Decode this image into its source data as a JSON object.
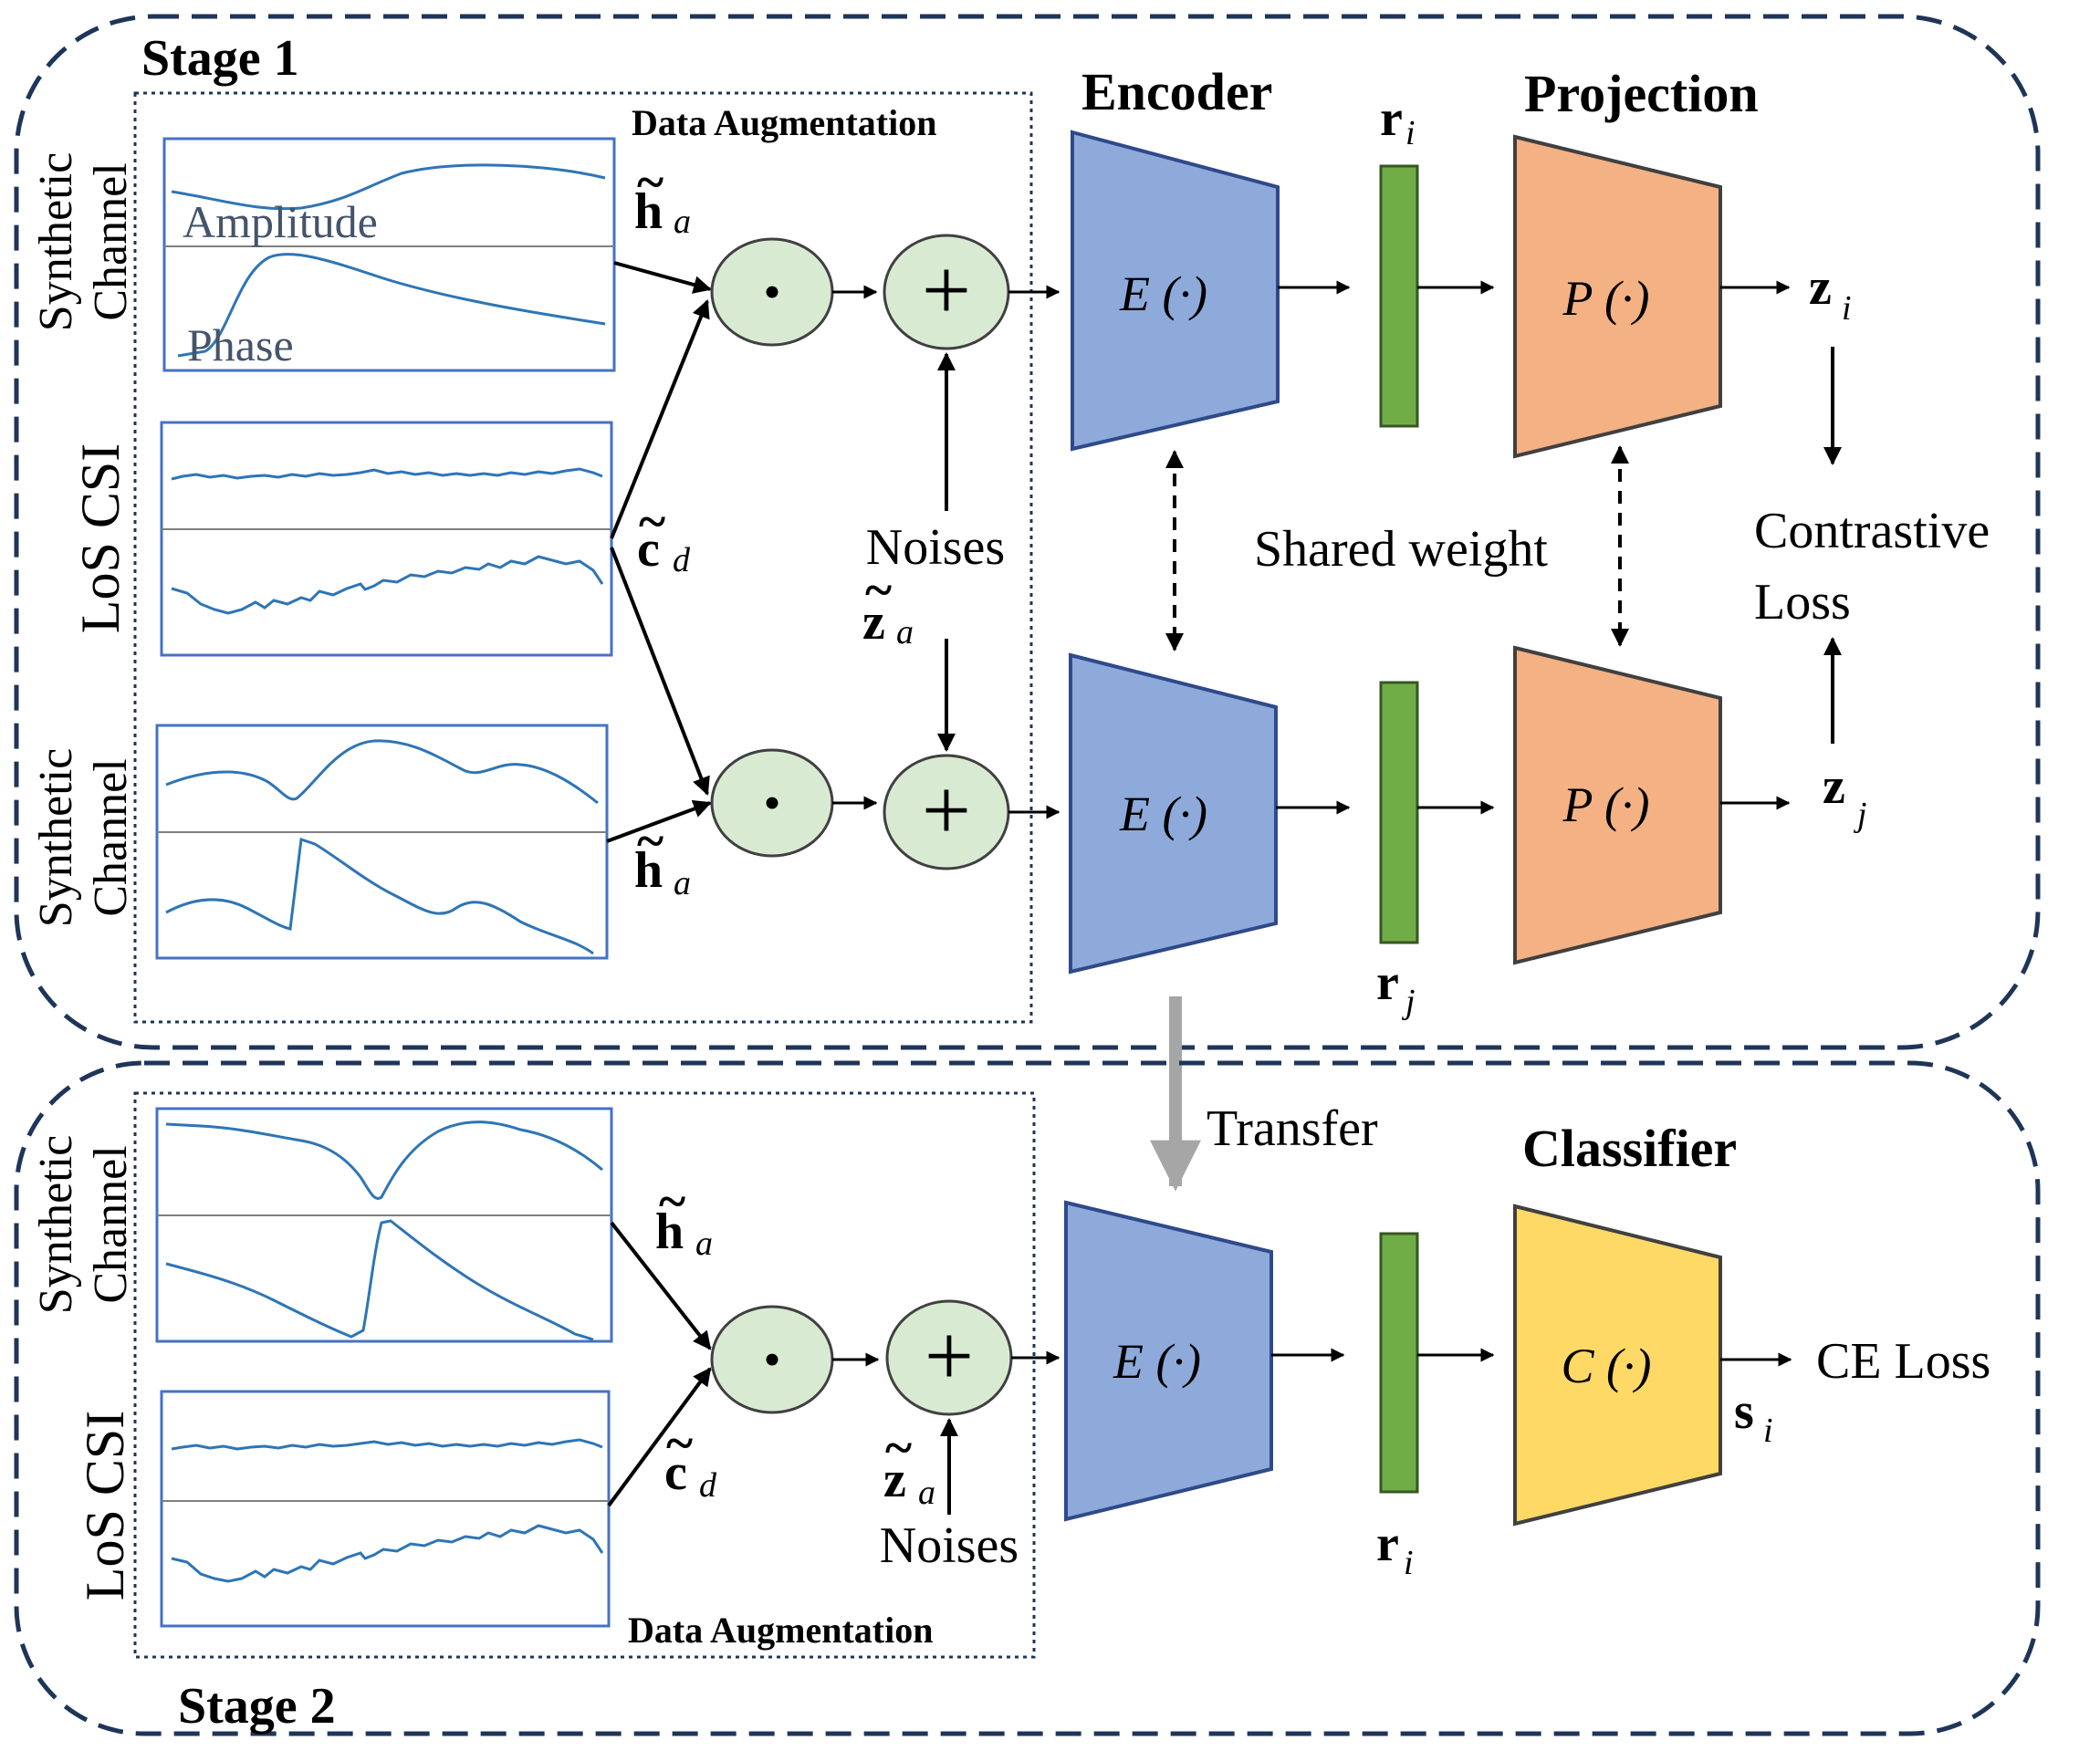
{
  "colors": {
    "stage_border": "#1f3558",
    "encoder_fill": "#8eaadb",
    "encoder_stroke": "#2f4a8a",
    "projection_fill": "#f4b183",
    "classifier_fill": "#ffd966",
    "representation_fill": "#70ad47",
    "operator_fill": "#d9ead3",
    "curve": "#2e75b6",
    "plot_frame": "#4472c4",
    "transfer_arrow": "#a6a6a6"
  },
  "stage1": {
    "title": "Stage 1",
    "aug_title": "Data Augmentation",
    "encoder_title": "Encoder",
    "projection_title": "Projection",
    "synthetic_label_1": "Synthetic",
    "synthetic_label_2": "Channel",
    "los_label": "LoS CSI",
    "amplitude_label": "Amplitude",
    "phase_label": "Phase",
    "noises_label": "Noises",
    "shared_weight_label": "Shared weight",
    "contrastive_label_1": "Contrastive",
    "contrastive_label_2": "Loss",
    "encoder_func": "E (·)",
    "projection_func": "P (·)",
    "multiply_symbol": "•",
    "add_symbol": "+",
    "h_vec": "h",
    "h_sub": "a",
    "c_vec": "c",
    "c_sub": "d",
    "z_vec": "z",
    "z_sub": "a",
    "ri_vec": "r",
    "ri_sub": "i",
    "rj_vec": "r",
    "rj_sub": "j",
    "zi_vec": "z",
    "zi_sub": "i",
    "zj_vec": "z",
    "zj_sub": "j",
    "tilde": "~"
  },
  "transfer_label": "Transfer",
  "stage2": {
    "title": "Stage 2",
    "aug_title": "Data Augmentation",
    "classifier_title": "Classifier",
    "synthetic_label_1": "Synthetic",
    "synthetic_label_2": "Channel",
    "los_label": "LoS CSI",
    "noises_label": "Noises",
    "encoder_func": "E (·)",
    "classifier_func": "C (·)",
    "ce_loss_label": "CE Loss",
    "h_vec": "h",
    "h_sub": "a",
    "c_vec": "c",
    "c_sub": "d",
    "z_vec": "z",
    "z_sub": "a",
    "ri_vec": "r",
    "ri_sub": "i",
    "si_vec": "s",
    "si_sub": "i",
    "tilde": "~"
  }
}
